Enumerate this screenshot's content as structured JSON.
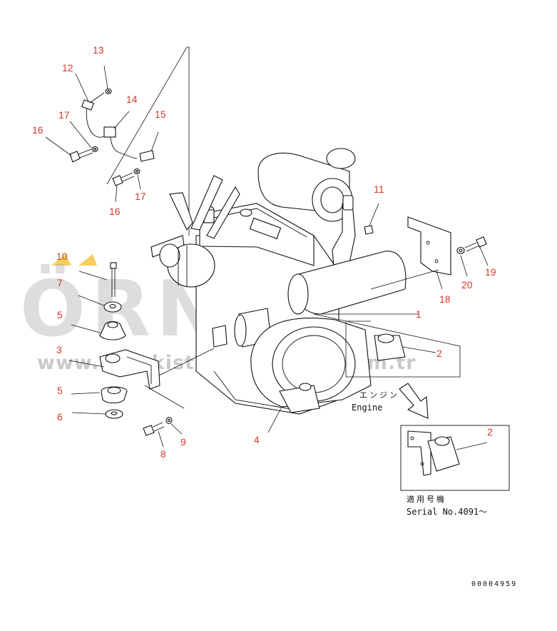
{
  "callouts": [
    {
      "id": "c13",
      "label": "13"
    },
    {
      "id": "c12",
      "label": "12"
    },
    {
      "id": "c14",
      "label": "14"
    },
    {
      "id": "c17a",
      "label": "17"
    },
    {
      "id": "c15",
      "label": "15"
    },
    {
      "id": "c16a",
      "label": "16"
    },
    {
      "id": "c16b",
      "label": "16"
    },
    {
      "id": "c17b",
      "label": "17"
    },
    {
      "id": "c11",
      "label": "11"
    },
    {
      "id": "c19",
      "label": "19"
    },
    {
      "id": "c20",
      "label": "20"
    },
    {
      "id": "c18",
      "label": "18"
    },
    {
      "id": "c10",
      "label": "10"
    },
    {
      "id": "c7",
      "label": "7"
    },
    {
      "id": "c5a",
      "label": "5"
    },
    {
      "id": "c1",
      "label": "1"
    },
    {
      "id": "c3",
      "label": "3"
    },
    {
      "id": "c2a",
      "label": "2"
    },
    {
      "id": "c5b",
      "label": "5"
    },
    {
      "id": "c6",
      "label": "6"
    },
    {
      "id": "c4",
      "label": "4"
    },
    {
      "id": "c8",
      "label": "8"
    },
    {
      "id": "c9",
      "label": "9"
    },
    {
      "id": "c2b",
      "label": "2"
    }
  ],
  "engine_label_jp": "エンジン",
  "engine_label_en": "Engine",
  "serial_label_jp": "適用号機",
  "serial_label_en": "Serial No.4091～",
  "document_number": "00004959",
  "watermark": {
    "brand": "ÖRNEK",
    "url": "www.ornekistifmakinalari.com.tr",
    "accent_color": "#f2c232"
  }
}
